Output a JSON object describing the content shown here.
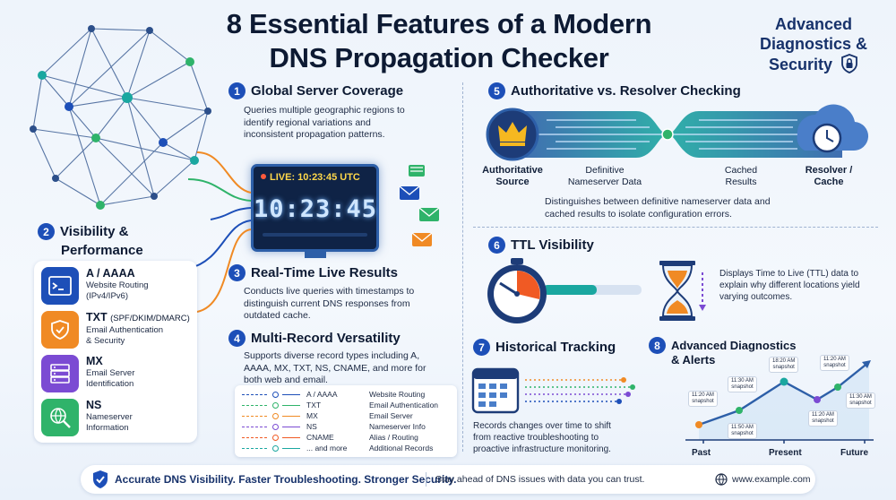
{
  "title_line1": "8 Essential Features of a Modern",
  "title_line2": "DNS Propagation Checker",
  "corner_badge": {
    "line1": "Advanced",
    "line2": "Diagnostics &",
    "line3": "Security"
  },
  "colors": {
    "primary": "#1d4fb8",
    "navy": "#0d1a33",
    "green": "#2fb36a",
    "orange": "#f08a24",
    "purple": "#7b4bd3",
    "teal": "#1aa7a0"
  },
  "features": [
    {
      "num": "1",
      "title": "Global Server Coverage",
      "desc": "Queries multiple geographic regions to identify regional variations and inconsistent propagation patterns."
    },
    {
      "num": "2",
      "title": "Visibility &",
      "title2": "Performance"
    },
    {
      "num": "3",
      "title": "Real-Time Live Results",
      "desc": "Conducts live queries with timestamps to distinguish current DNS responses from outdated cache."
    },
    {
      "num": "4",
      "title": "Multi-Record Versatility",
      "desc": "Supports diverse record types including A, AAAA, MX, TXT, NS, CNAME, and more for both web and email."
    },
    {
      "num": "5",
      "title": "Authoritative vs. Resolver Checking",
      "desc": "Distinguishes between definitive nameserver data and cached results to isolate configuration errors."
    },
    {
      "num": "6",
      "title": "TTL Visibility",
      "desc": "Displays Time to Live (TTL) data to explain why different locations yield varying outcomes."
    },
    {
      "num": "7",
      "title": "Historical Tracking",
      "desc": "Records changes over time to shift from reactive troubleshooting to proactive infrastructure monitoring."
    },
    {
      "num": "8",
      "title": "Advanced Diagnostics",
      "title2": "& Alerts"
    }
  ],
  "records": [
    {
      "type": "A / AAAA",
      "extra": "",
      "line1": "Website Routing",
      "line2": "(IPv4/IPv6)"
    },
    {
      "type": "TXT",
      "extra": "(SPF/DKIM/DMARC)",
      "line1": "Email Authentication",
      "line2": "& Security"
    },
    {
      "type": "MX",
      "extra": "",
      "line1": "Email Server",
      "line2": "Identification"
    },
    {
      "type": "NS",
      "extra": "",
      "line1": "Nameserver",
      "line2": "Information"
    }
  ],
  "live": {
    "badge": "LIVE: 10:23:45 UTC",
    "clock": "10:23:45"
  },
  "record_table": [
    {
      "type": "A / AAAA",
      "desc": "Website Routing"
    },
    {
      "type": "TXT",
      "desc": "Email Authentication"
    },
    {
      "type": "MX",
      "desc": "Email Server"
    },
    {
      "type": "NS",
      "desc": "Nameserver Info"
    },
    {
      "type": "CNAME",
      "desc": "Alias / Routing"
    },
    {
      "type": "... and more",
      "desc": "Additional Records"
    }
  ],
  "auth_resolver": {
    "left_label1": "Authoritative",
    "left_label2": "Source",
    "left_sub1": "Definitive",
    "left_sub2": "Nameserver Data",
    "right_sub1": "Cached",
    "right_sub2": "Results",
    "right_label1": "Resolver /",
    "right_label2": "Cache"
  },
  "timeline": {
    "labels": [
      {
        "t1": "11:20 AM",
        "t2": "snapshot"
      },
      {
        "t1": "11:30 AM",
        "t2": "snapshot"
      },
      {
        "t1": "11:50 AM",
        "t2": "snapshot"
      },
      {
        "t1": "18:20 AM",
        "t2": "snapshot"
      },
      {
        "t1": "11:20 AM",
        "t2": "snapshot"
      },
      {
        "t1": "11:20 AM",
        "t2": "snapshot"
      },
      {
        "t1": "11:30 AM",
        "t2": "snapshot"
      }
    ],
    "axis": [
      "Past",
      "Present",
      "Future"
    ]
  },
  "footer": {
    "slogan": "Accurate DNS Visibility. Faster Troubleshooting. Stronger Security.",
    "tagline": "Stay ahead of DNS issues with data you can trust.",
    "url": "www.example.com"
  }
}
